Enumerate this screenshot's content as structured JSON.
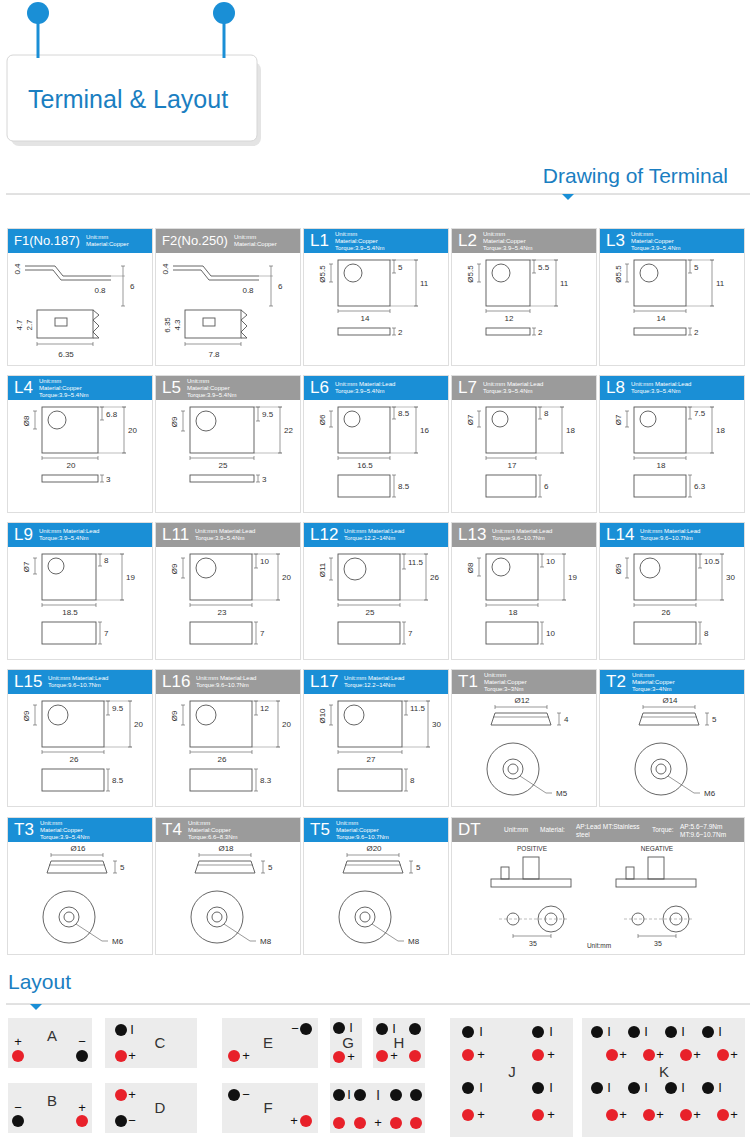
{
  "diagram": {
    "title": "Terminal & Layout",
    "nodes": [
      {
        "text": [
          "F1(No.187)",
          "Unit:mm Material:Copper",
          "0.4",
          "0.8",
          "6",
          "4.7",
          "2.7",
          "6.35"
        ]
      },
      {
        "text": [
          "F2(No.250)",
          "Unit:mm Material:Copper",
          "0.4",
          "0.8",
          "6",
          "6.35",
          "4.3",
          "7.8"
        ]
      },
      {
        "text": [
          "L1",
          "Unit:mm Material:Copper Torque:3.9~5.4Nm",
          "Ø5.5",
          "5",
          "11",
          "14",
          "2"
        ]
      },
      {
        "text": [
          "L2",
          "Unit:mm Material:Copper Torque:3.9~5.4Nm",
          "Ø5.5",
          "5.5",
          "11",
          "12",
          "2"
        ]
      },
      {
        "text": [
          "L3",
          "Unit:mm Material:Copper Torque:3.9~5.4Nm",
          "Ø5.5",
          "5",
          "11",
          "14",
          "2"
        ]
      },
      {
        "text": [
          "L4",
          "Unit:mm Material:Copper Torque:3.9~5.4Nm",
          "Ø8",
          "6.8",
          "20",
          "20",
          "3"
        ]
      },
      {
        "text": [
          "L5",
          "Unit:mm Material:Copper Torque:3.9~5.4Nm",
          "Ø9",
          "9.5",
          "22",
          "25",
          "3"
        ]
      },
      {
        "text": [
          "L6",
          "Unit:mm Material:Lead Torque:3.9~5.4Nm",
          "Ø6",
          "8.5",
          "16",
          "16.5",
          "8.5"
        ]
      },
      {
        "text": [
          "L7",
          "Unit:mm Material:Lead Torque:3.9~5.4Nm",
          "Ø7",
          "8",
          "18",
          "17",
          "6"
        ]
      },
      {
        "text": [
          "L8",
          "Unit:mm Material:Lead Torque:3.9~5.4Nm",
          "Ø7",
          "7.5",
          "18",
          "18",
          "6.3"
        ]
      },
      {
        "text": [
          "L9",
          "Unit:mm Material:Lead Torque:3.9~5.4Nm",
          "Ø7",
          "8",
          "19",
          "18.5",
          "7"
        ]
      },
      {
        "text": [
          "L11",
          "Unit:mm Material:Lead Torque:3.9~5.4Nm",
          "Ø9",
          "10",
          "20",
          "23",
          "7"
        ]
      },
      {
        "text": [
          "L12",
          "Unit:mm Material:Lead Torque:12.2~14Nm",
          "Ø11",
          "11.5",
          "26",
          "25",
          "7"
        ]
      },
      {
        "text": [
          "L13",
          "Unit:mm Material:Lead Torque:9.6~10.7Nm",
          "Ø8",
          "10",
          "19",
          "18",
          "10"
        ]
      },
      {
        "text": [
          "L14",
          "Unit:mm Material:Lead Torque:9.6~10.7Nm",
          "Ø9",
          "10.5",
          "30",
          "26",
          "8"
        ]
      },
      {
        "text": [
          "L15",
          "Unit:mm Material:Lead Torque:9.6~10.7Nm",
          "Ø9",
          "9.5",
          "20",
          "26",
          "8.5"
        ]
      },
      {
        "text": [
          "L16",
          "Unit:mm Material:Lead Torque:9.6~10.7Nm",
          "Ø9",
          "12",
          "20",
          "26",
          "8.3"
        ]
      },
      {
        "text": [
          "L17",
          "Unit:mm Material:Lead Torque:12.2~14Nm",
          "Ø10",
          "11.5",
          "30",
          "27",
          "8"
        ]
      },
      {
        "text": [
          "T1",
          "Unit:mm Material:Copper Torque:3~3Nm",
          "Ø12",
          "4",
          "M5"
        ]
      },
      {
        "text": [
          "T2",
          "Unit:mm Material:Copper Torque:3~4Nm",
          "Ø14",
          "5",
          "M6"
        ]
      },
      {
        "text": [
          "T3",
          "Unit:mm Material:Copper Torque:3.9~5.4Nm",
          "Ø16",
          "5",
          "M6"
        ]
      },
      {
        "text": [
          "T4",
          "Unit:mm Material:Copper Torque:6.6~8.3Nm",
          "Ø18",
          "5",
          "M8"
        ]
      },
      {
        "text": [
          "T5",
          "Unit:mm Material:Copper Torque:9.6~10.7Nm",
          "Ø20",
          "5",
          "M8"
        ]
      },
      {
        "text": [
          "DT",
          "Unit:mm",
          "Material:",
          "AP:Lead MT:Stainless steel",
          "Torque:",
          "AP:5.6~7.9Nm MT:9.6~10.7Nm",
          "POSITIVE",
          "NEGATIVE",
          "35",
          "35",
          "Unit:mm"
        ]
      },
      {
        "text": [
          "A",
          "+",
          "−"
        ]
      },
      {
        "text": [
          "B",
          "−",
          "+"
        ]
      },
      {
        "text": [
          "C",
          "I",
          "+"
        ]
      },
      {
        "text": [
          "D",
          "+",
          "−"
        ]
      },
      {
        "text": [
          "E",
          "−",
          "+"
        ]
      },
      {
        "text": [
          "F",
          "−",
          "+"
        ]
      },
      {
        "text": [
          "G",
          "I",
          "+"
        ]
      },
      {
        "text": [
          "H",
          "I",
          "+"
        ]
      },
      {
        "text": [
          "I",
          "I",
          "+"
        ]
      },
      {
        "text": [
          "J",
          "I",
          "I",
          "+",
          "+",
          "I",
          "I",
          "+",
          "+"
        ]
      },
      {
        "text": [
          "K",
          "I",
          "I",
          "I",
          "I",
          "+",
          "+",
          "+",
          "+",
          "I",
          "I",
          "I",
          "I",
          "+",
          "+",
          "+",
          "+"
        ]
      }
    ],
    "labels": [
      "Drawing of Terminal",
      "Layout"
    ]
  }
}
